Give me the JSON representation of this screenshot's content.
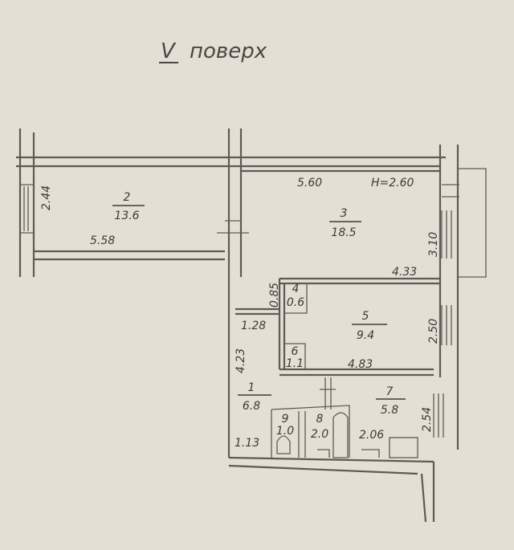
{
  "title": {
    "numeral": "V",
    "word": "поверх"
  },
  "rooms": [
    {
      "number": "1",
      "area": "6.8"
    },
    {
      "number": "2",
      "area": "13.6"
    },
    {
      "number": "3",
      "area": "18.5"
    },
    {
      "number": "4",
      "area": "0.6"
    },
    {
      "number": "5",
      "area": "9.4"
    },
    {
      "number": "6",
      "area": "1.1"
    },
    {
      "number": "7",
      "area": "5.8"
    },
    {
      "number": "8",
      "area": "2.0"
    },
    {
      "number": "9",
      "area": "1.0"
    }
  ],
  "dimensions": {
    "room2_height": "2.44",
    "room2_length": "5.58",
    "room3_length_top": "5.60",
    "ceiling_height": "H=2.60",
    "room3_width": "3.10",
    "room3_length_bottom": "4.33",
    "room4_dim": "0.85",
    "corridor_width": "1.28",
    "hall_length": "4.23",
    "room5_width": "2.50",
    "room5_length": "4.83",
    "room7_width": "2.54",
    "hall_bottom": "1.13",
    "kitchen_dim": "2.06"
  }
}
